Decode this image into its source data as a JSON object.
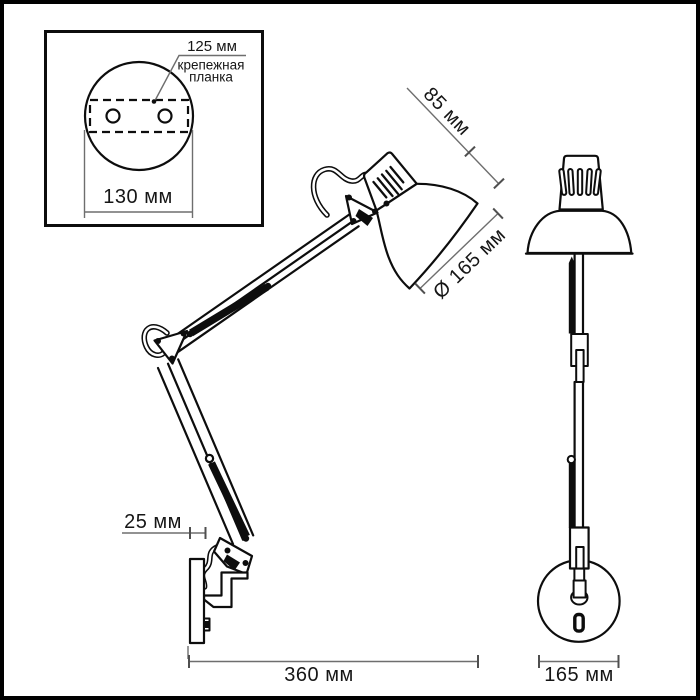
{
  "inset": {
    "dim_plate_width": "125 мм",
    "plate_label_line1": "крепежная",
    "plate_label_line2": "планка",
    "dim_base_diameter": "130 мм"
  },
  "side_view": {
    "dim_head_height": "85 мм",
    "dim_shade_diameter": "Ø 165 мм",
    "dim_wall_plate_depth": "25 мм",
    "dim_arm_reach": "360 мм"
  },
  "front_view": {
    "dim_base_diameter": "165 мм"
  },
  "colors": {
    "line": "#0d0d0d",
    "dimension_line": "#6e6e6e",
    "text": "#161616",
    "background": "#ffffff",
    "border": "#000000"
  }
}
